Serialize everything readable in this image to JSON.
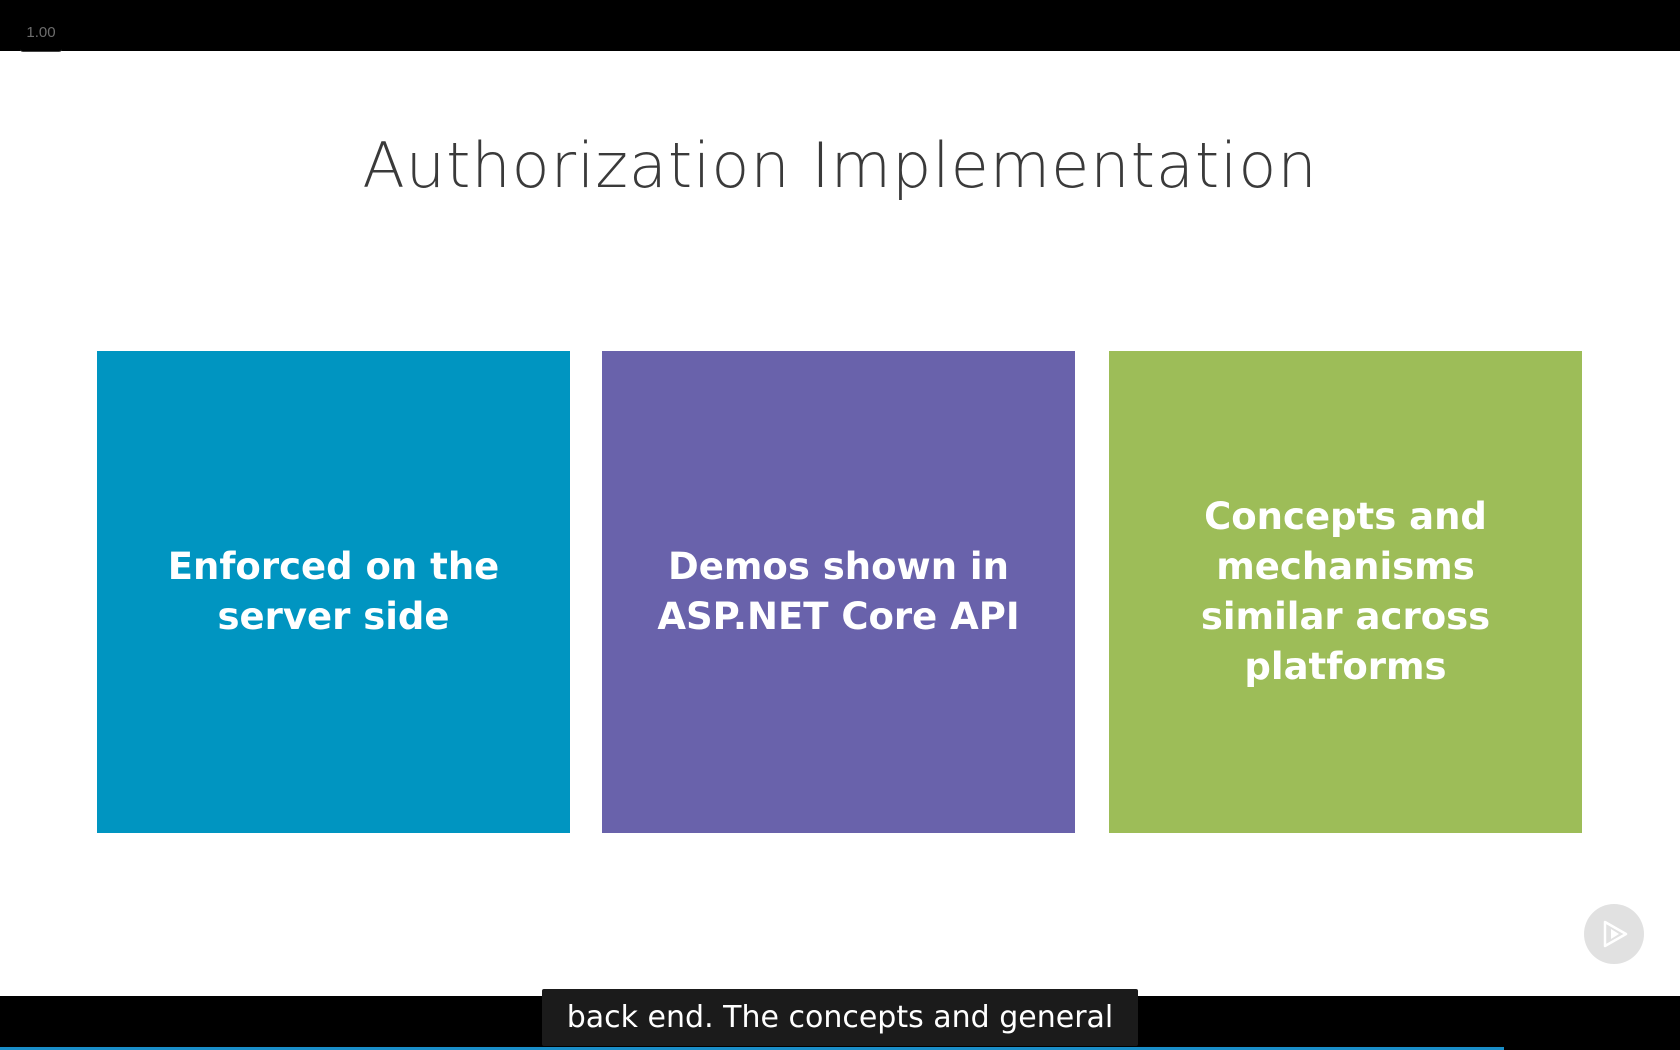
{
  "player": {
    "speed_label": "1.00",
    "progress_fraction": 0.895
  },
  "slide": {
    "title": "Authorization Implementation",
    "cards": [
      {
        "text": "Enforced on the server side",
        "color": "#0095c1"
      },
      {
        "text": "Demos shown in ASP.NET Core API",
        "color": "#6962ab"
      },
      {
        "text": "Concepts and mechanisms similar across platforms",
        "color": "#9dbd58"
      }
    ]
  },
  "caption": {
    "text": "back end. The concepts and general"
  },
  "icons": {
    "next": "play-next-icon"
  }
}
